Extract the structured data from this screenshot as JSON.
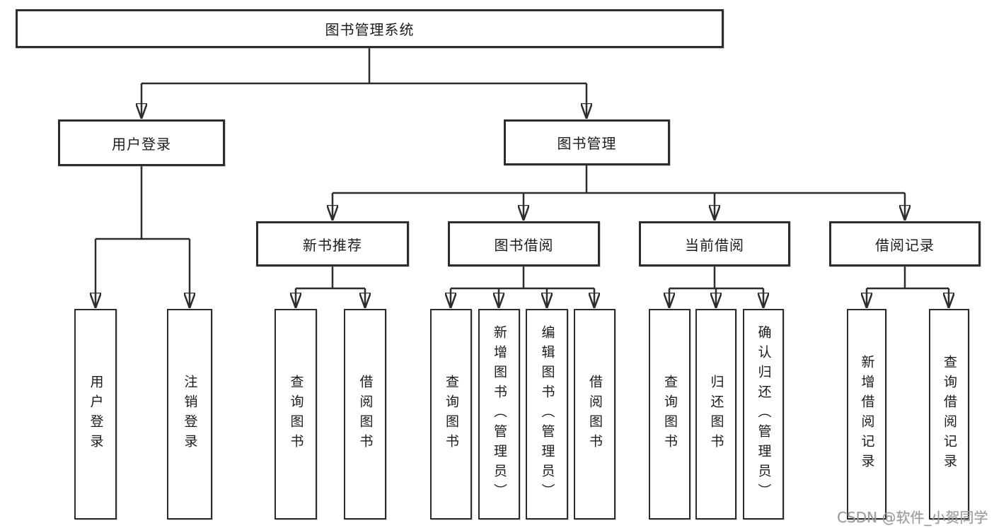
{
  "colors": {
    "line": "#2d2d2d",
    "box_border": "#2d2d2d",
    "text": "#1c1c1c",
    "watermark": "#9b9b9b",
    "background": "#ffffff"
  },
  "nodes": {
    "root": {
      "label": "图书管理系统"
    },
    "level2": [
      {
        "label": "用户登录"
      },
      {
        "label": "图书管理"
      }
    ],
    "level3": [
      {
        "label": "新书推荐"
      },
      {
        "label": "图书借阅"
      },
      {
        "label": "当前借阅"
      },
      {
        "label": "借阅记录"
      }
    ],
    "leaves": {
      "login": [
        {
          "label": "用户登录"
        },
        {
          "label": "注销登录"
        }
      ],
      "newbook": [
        {
          "label": "查询图书"
        },
        {
          "label": "借阅图书"
        }
      ],
      "borrow": [
        {
          "label": "查询图书"
        },
        {
          "label": "新增图书（管理员）"
        },
        {
          "label": "编辑图书（管理员）"
        },
        {
          "label": "借阅图书"
        }
      ],
      "current": [
        {
          "label": "查询图书"
        },
        {
          "label": "归还图书"
        },
        {
          "label": "确认归还（管理员）"
        }
      ],
      "records": [
        {
          "label": "新增借阅记录"
        },
        {
          "label": "查询借阅记录"
        }
      ]
    }
  },
  "watermark": {
    "text": "CSDN @软件_小贺同学"
  }
}
